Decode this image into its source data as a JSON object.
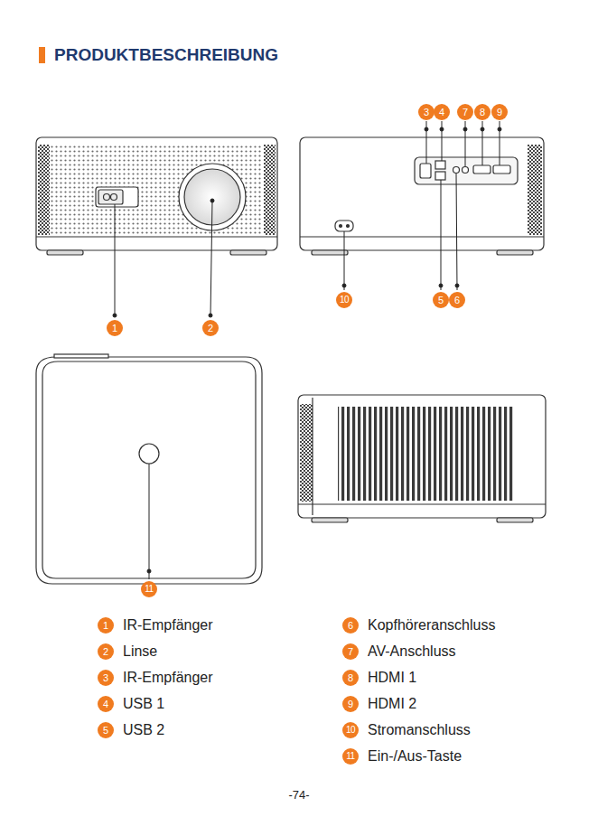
{
  "diagram": {
    "title": "PRODUKTBESCHREIBUNG",
    "labels": [
      "3",
      "4",
      "7",
      "8",
      "9",
      "1",
      "2",
      "10",
      "5",
      "6",
      "11",
      "1",
      "IR-Empfänger",
      "2",
      "Linse",
      "3",
      "IR-Empfänger",
      "4",
      "USB 1",
      "5",
      "USB 2",
      "6",
      "Kopfhöreranschluss",
      "7",
      "AV-Anschluss",
      "8",
      "HDMI 1",
      "9",
      "HDMI 2",
      "10",
      "Stromanschluss",
      "11",
      "Ein-/Aus-Taste",
      "-74-"
    ]
  }
}
